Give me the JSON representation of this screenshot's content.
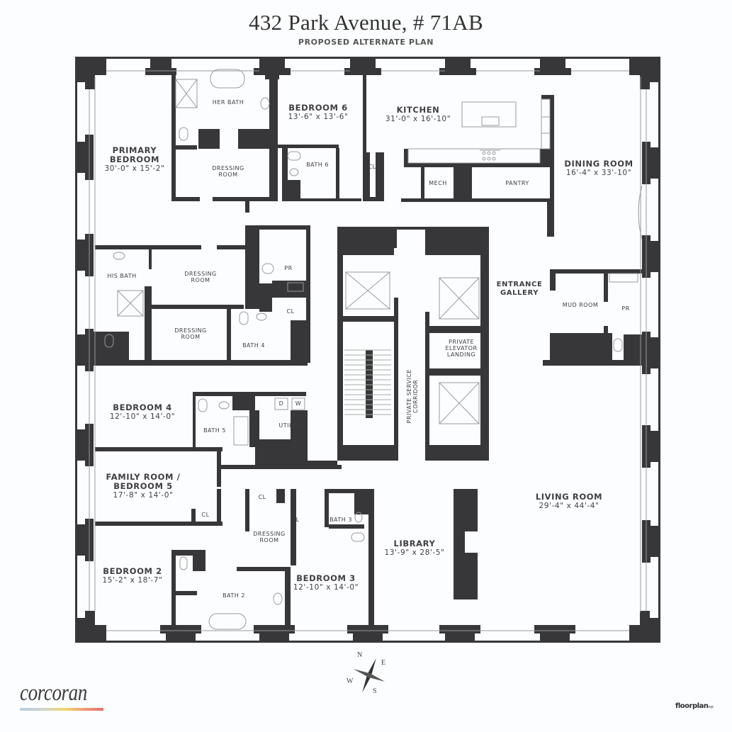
{
  "header": {
    "title": "432 Park Avenue, # 71AB",
    "subtitle": "PROPOSED ALTERNATE PLAN"
  },
  "rooms": {
    "primary_bedroom": {
      "name_line1": "PRIMARY",
      "name_line2": "BEDROOM",
      "dim": "30'-0\" x 15'-2\""
    },
    "her_bath": {
      "name": "HER BATH"
    },
    "dressing_room_1": {
      "name_line1": "DRESSING",
      "name_line2": "ROOM"
    },
    "bedroom_6": {
      "name": "BEDROOM 6",
      "dim": "13'-6\" x 13'-6\""
    },
    "bath_6": {
      "name": "BATH 6"
    },
    "cl_kitchen": {
      "name": "CL"
    },
    "kitchen": {
      "name": "KITCHEN",
      "dim": "31'-0\" x 16'-10\""
    },
    "mech": {
      "name": "MECH"
    },
    "pantry": {
      "name": "PANTRY"
    },
    "dining_room": {
      "name": "DINING ROOM",
      "dim": "16'-4\" x 33'-10\""
    },
    "his_bath": {
      "name": "HIS BATH"
    },
    "dressing_room_2": {
      "name_line1": "DRESSING",
      "name_line2": "ROOM"
    },
    "dressing_room_3": {
      "name_line1": "DRESSING",
      "name_line2": "ROOM"
    },
    "pr_1": {
      "name": "PR"
    },
    "cl_1": {
      "name": "CL"
    },
    "bath_4": {
      "name": "BATH 4"
    },
    "entrance_gallery": {
      "name_line1": "ENTRANCE",
      "name_line2": "GALLERY"
    },
    "mud_room": {
      "name": "MUD ROOM"
    },
    "pr_2": {
      "name": "PR"
    },
    "private_elevator_landing": {
      "name_line1": "PRIVATE",
      "name_line2": "ELEVATOR",
      "name_line3": "LANDING"
    },
    "private_service_corridor": {
      "name_line1": "PRIVATE SERVICE",
      "name_line2": "CORRIDOR"
    },
    "bedroom_4": {
      "name": "BEDROOM 4",
      "dim": "12'-10\" x 14'-0\""
    },
    "bath_5": {
      "name": "BATH 5"
    },
    "utility": {
      "name": "UTILITY",
      "dryer": "D",
      "washer": "W"
    },
    "family_room": {
      "name_line1": "FAMILY ROOM /",
      "name_line2": "BEDROOM 5",
      "dim": "17'-8\" x 14'-0\""
    },
    "cl_2": {
      "name": "CL"
    },
    "cl_3": {
      "name": "CL"
    },
    "cl_4": {
      "name": "CL"
    },
    "dressing_room_4": {
      "name_line1": "DRESSING",
      "name_line2": "ROOM"
    },
    "bath_3": {
      "name": "BATH 3"
    },
    "bedroom_2": {
      "name": "BEDROOM 2",
      "dim": "15'-2\" x 18'-7\""
    },
    "bath_2": {
      "name": "BATH 2"
    },
    "bedroom_3": {
      "name": "BEDROOM 3",
      "dim": "12'-10\" x 14'-0\""
    },
    "library": {
      "name": "LIBRARY",
      "dim": "13'-9\" x 28'-5\""
    },
    "living_room": {
      "name": "LIVING ROOM",
      "dim": "29'-4\" x 44'-4\""
    }
  },
  "compass": {
    "n": "N",
    "e": "E",
    "s": "S",
    "w": "W"
  },
  "branding": {
    "corcoran": "corcoran",
    "floorplan": "floorplan",
    "floorplan_suffix": "nyc"
  },
  "colors": {
    "wall": "#373739",
    "line": "#9a9a9c",
    "background": "#fcfdfe"
  }
}
